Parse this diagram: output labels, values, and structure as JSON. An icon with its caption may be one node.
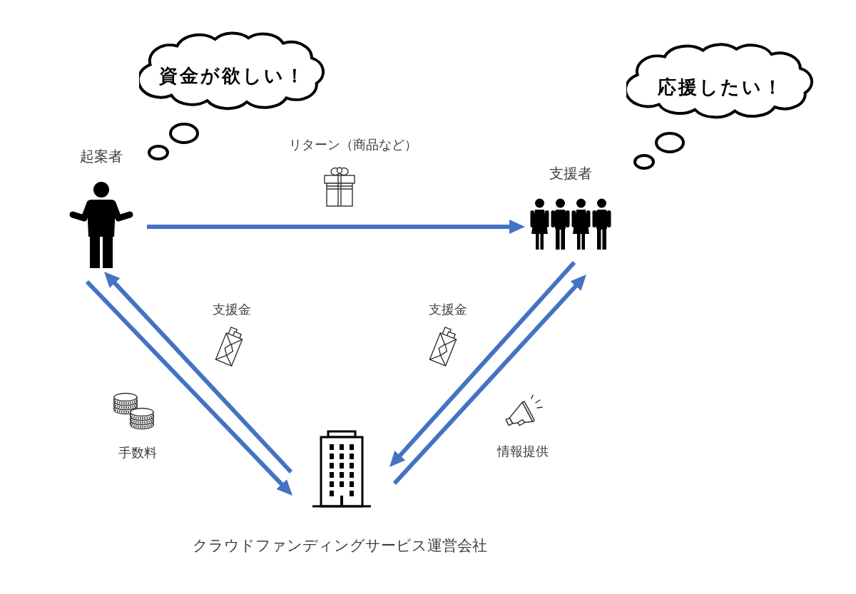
{
  "diagram": {
    "nodes": [
      {
        "text": [
          "資金が欲しい！"
        ]
      },
      {
        "text": [
          "応援したい！"
        ]
      },
      {
        "text": [
          "起案者"
        ]
      },
      {
        "text": [
          "支援者"
        ]
      },
      {
        "text": [],
        "shape": "picture",
        "beside": [
          "クラウドファンディングサービス運営会社"
        ]
      }
    ],
    "edges": [
      {
        "from": 2,
        "to": 3,
        "arrow": "to"
      },
      {
        "from": 4,
        "to": 2,
        "arrow": "to",
        "label": "支援金"
      },
      {
        "from": 2,
        "to": 4,
        "arrow": "to",
        "label": "手数料"
      },
      {
        "from": 3,
        "to": 4,
        "arrow": "to",
        "label": "支援金"
      },
      {
        "from": 4,
        "to": 3,
        "arrow": "to",
        "label": "情報提供"
      }
    ],
    "labels": [
      "リターン（商品など）"
    ]
  }
}
